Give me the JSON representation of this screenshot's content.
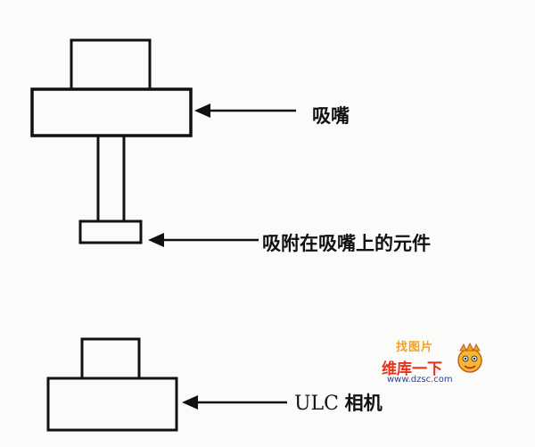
{
  "labels": {
    "nozzle": "吸嘴",
    "component": "吸附在吸嘴上的元件",
    "camera_name": "ULC",
    "camera_word": "相机"
  },
  "watermark": {
    "top_text": "找图片",
    "title": "维库一下",
    "url": "www.dzsc.com"
  },
  "colors": {
    "stroke": "#111111",
    "watermark_orange": "#f3a21a",
    "watermark_red": "#e8331c",
    "watermark_blue": "#2a3ea8"
  }
}
